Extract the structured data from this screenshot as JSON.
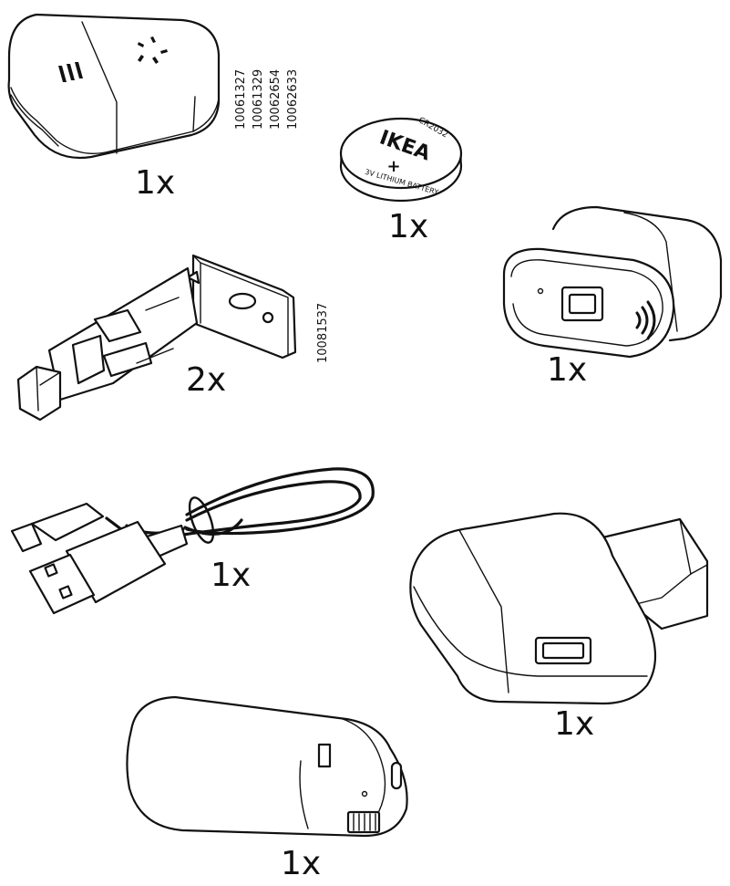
{
  "parts": [
    {
      "id": "shortcut-button",
      "quantity": "1x",
      "article_numbers": [
        "10061327",
        "10061329",
        "10062654",
        "10062633"
      ]
    },
    {
      "id": "coin-battery",
      "quantity": "1x",
      "battery": {
        "brand": "IKEA",
        "model": "CR2032",
        "label": "3V LITHIUM BATTERY",
        "polarity": "+"
      }
    },
    {
      "id": "wall-bracket",
      "quantity": "2x",
      "article_numbers": [
        "10081537"
      ]
    },
    {
      "id": "signal-repeater",
      "quantity": "1x"
    },
    {
      "id": "usb-cable",
      "quantity": "1x"
    },
    {
      "id": "usb-charger",
      "quantity": "1x"
    },
    {
      "id": "battery-pack",
      "quantity": "1x"
    }
  ],
  "colors": {
    "ink": "#111111",
    "paper": "#ffffff"
  }
}
